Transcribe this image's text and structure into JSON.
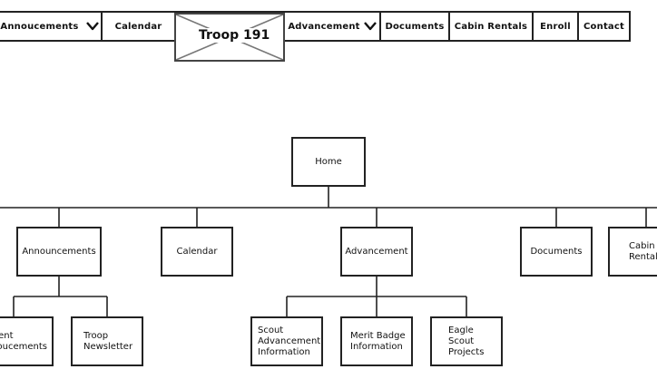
{
  "nav": {
    "announcements_label": "Annoucements",
    "calendar_label": "Calendar",
    "logo_text": "Troop 191",
    "advancement_label": "Advancement",
    "documents_label": "Documents",
    "cabin_rentals_label": "Cabin Rentals",
    "enroll_label": "Enroll",
    "contact_label": "Contact"
  },
  "sitemap": {
    "home": "Home",
    "announcements": "Announcements",
    "calendar": "Calendar",
    "advancement": "Advancement",
    "documents": "Documents",
    "cabin_rentals": "Cabin\nRentals",
    "current_announcements": "Current\nAnnoucements",
    "troop_newsletter": "Troop\nNewsletter",
    "scout_advancement_information": "Scout\nAdvancement\nInformation",
    "merit_badge_information": "Merit Badge\nInformation",
    "eagle_scout_projects": "Eagle\nScout\nProjects"
  },
  "icons": {
    "nav_dropdown": "chevron-down-icon",
    "logo_placeholder": "image-placeholder-icon"
  },
  "colors": {
    "stroke": "#222222",
    "background": "#ffffff"
  }
}
